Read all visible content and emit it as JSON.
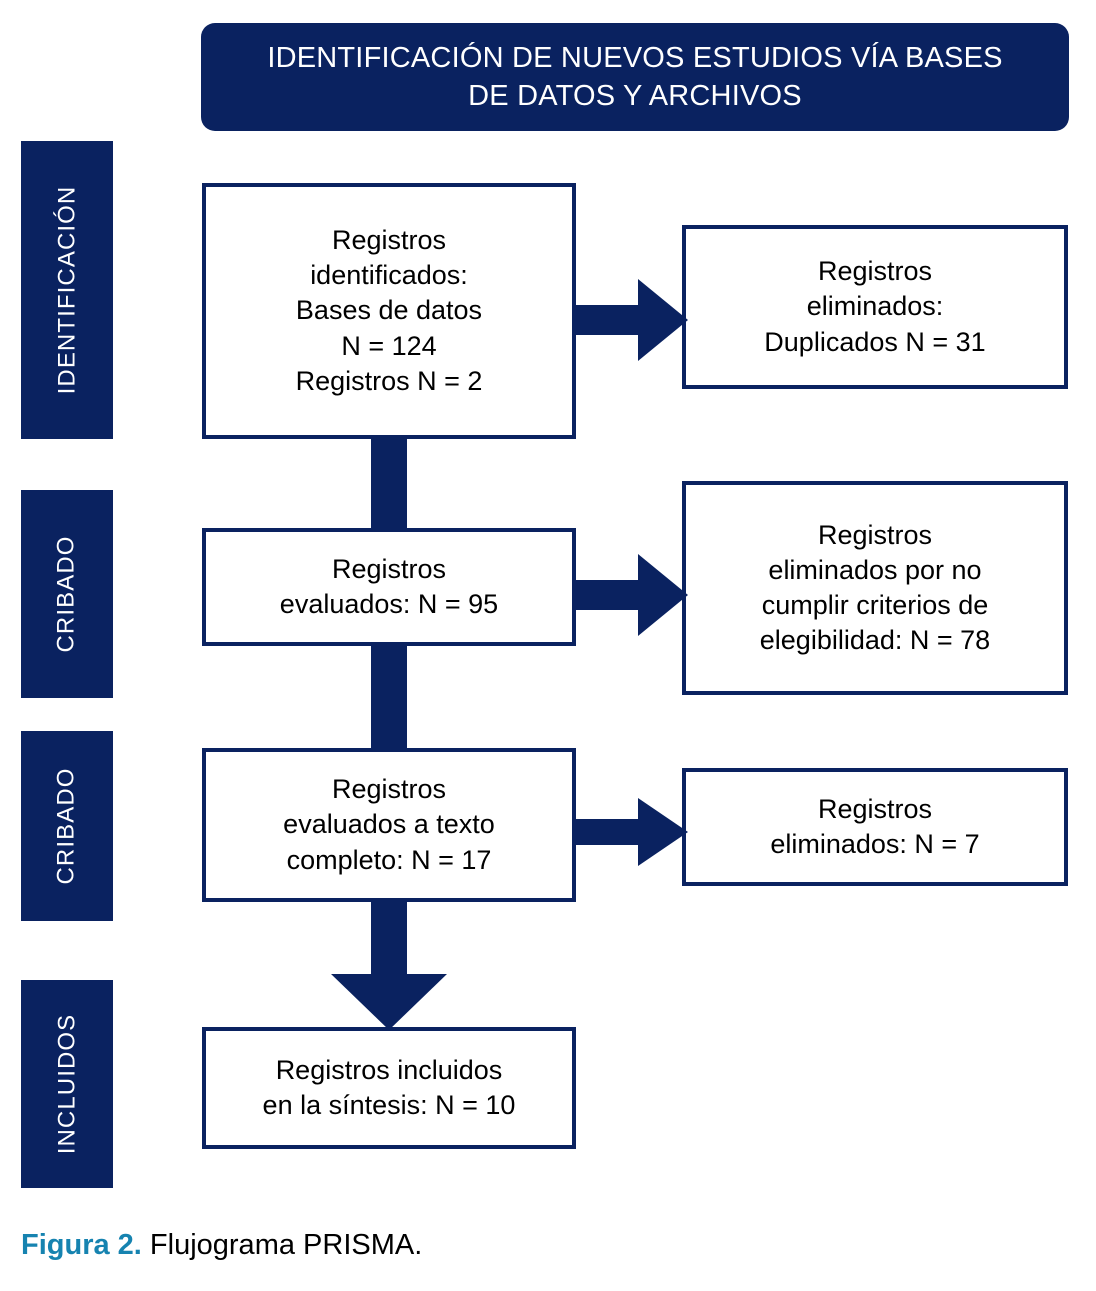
{
  "header": {
    "title": "IDENTIFICACIÓN DE NUEVOS ESTUDIOS VÍA BASES\nDE DATOS Y ARCHIVOS"
  },
  "stages": [
    {
      "id": "identificacion",
      "label": "IDENTIFICACIÓN"
    },
    {
      "id": "cribado-1",
      "label": "CRIBADO"
    },
    {
      "id": "cribado-2",
      "label": "CRIBADO"
    },
    {
      "id": "incluidos",
      "label": "INCLUIDOS"
    }
  ],
  "boxes": {
    "identified": "Registros\nidentificados:\nBases de datos\nN = 124\nRegistros N = 2",
    "duplicates_removed": "Registros\neliminados:\nDuplicados N = 31",
    "screened": "Registros\nevaluados: N = 95",
    "excluded_criteria": "Registros\neliminados por no\ncumplir criterios de\nelegibilidad: N = 78",
    "fulltext_assessed": "Registros\nevaluados a texto\ncompleto: N = 17",
    "excluded_fulltext": "Registros\neliminados: N = 7",
    "included": "Registros incluidos\nen la síntesis: N = 10"
  },
  "counts": {
    "databases_records": 124,
    "register_records": 2,
    "duplicates_removed": 31,
    "screened": 95,
    "excluded_not_eligible": 78,
    "fulltext_assessed": 17,
    "fulltext_excluded": 7,
    "included_in_synthesis": 10
  },
  "caption": {
    "label": "Figura 2.",
    "text": " Flujograma PRISMA."
  },
  "colors": {
    "navy": "#0a2260",
    "caption_accent": "#1683b0",
    "box_background": "#ffffff",
    "page_background": "#ffffff"
  }
}
